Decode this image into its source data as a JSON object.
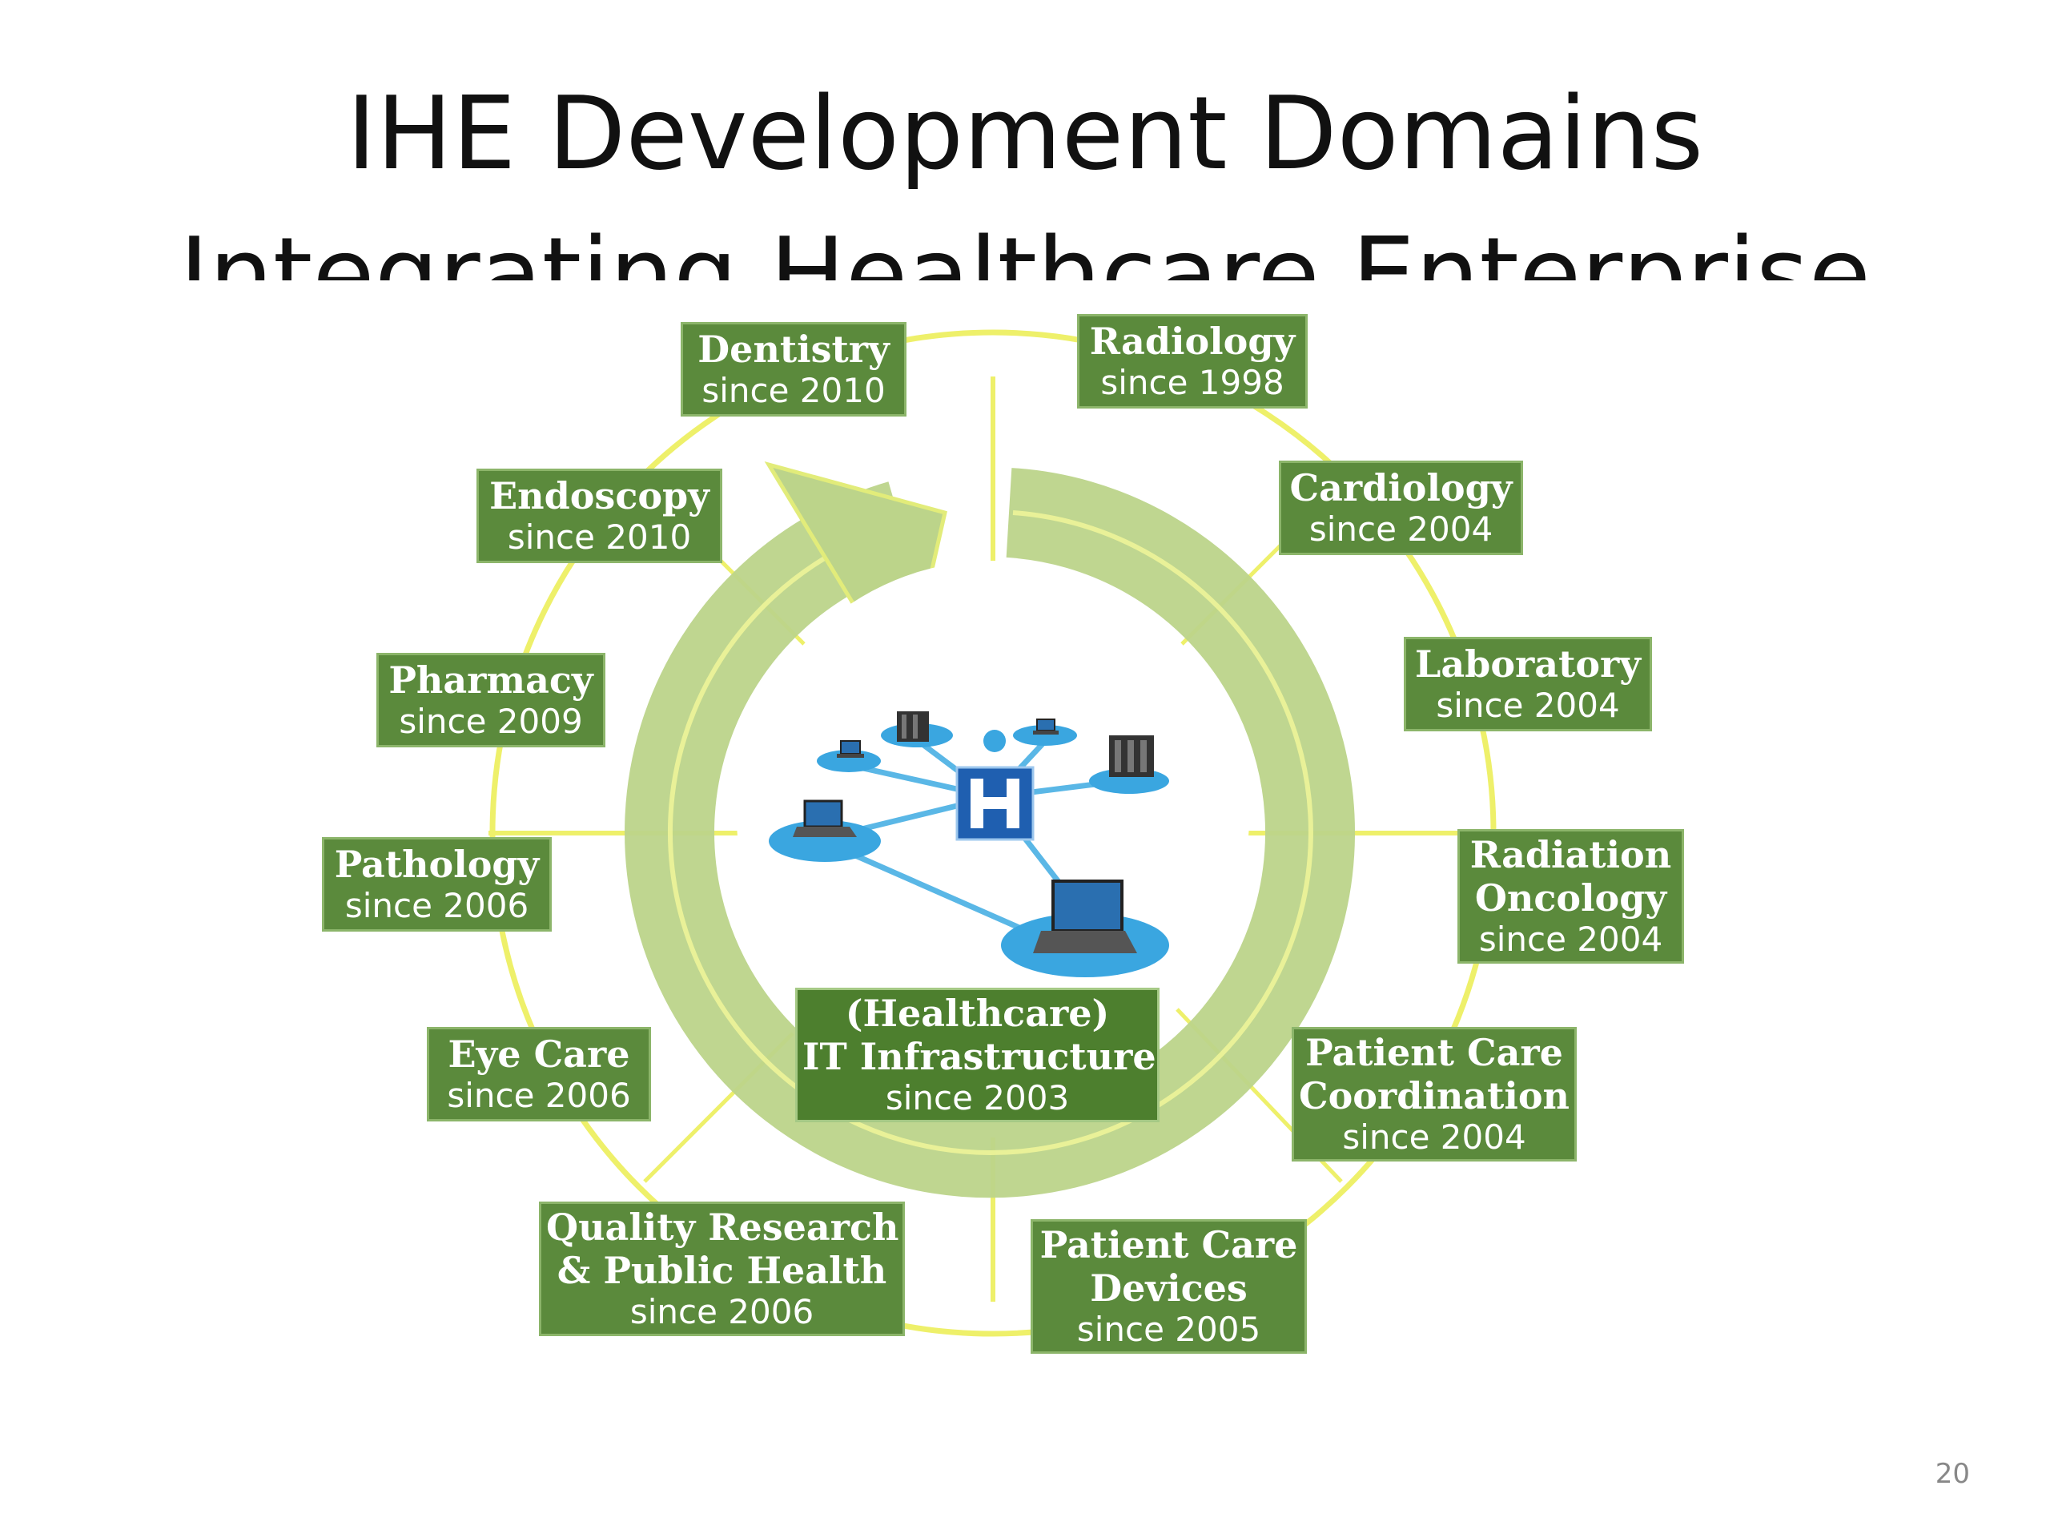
{
  "slide": {
    "title_line1": "IHE Development Domains",
    "title_line2": "Integrating Healthcare Enterprise",
    "page_number": "20"
  },
  "colors": {
    "box_fill": "#5b8a3c",
    "box_border": "#8cb56a",
    "ring": "#eef06a",
    "arrow": "#bcd48a",
    "network_blue": "#3aa6e0",
    "hospital_blue": "#1f5fb0"
  },
  "center_icon": "hospital-network-icon",
  "domains": {
    "dentistry": {
      "name": "Dentistry",
      "since": "since 2010"
    },
    "radiology": {
      "name": "Radiology",
      "since": "since 1998"
    },
    "endoscopy": {
      "name": "Endoscopy",
      "since": "since 2010"
    },
    "cardiology": {
      "name": "Cardiology",
      "since": "since 2004"
    },
    "pharmacy": {
      "name": "Pharmacy",
      "since": "since 2009"
    },
    "laboratory": {
      "name": "Laboratory",
      "since": "since 2004"
    },
    "pathology": {
      "name": "Pathology",
      "since": "since 2006"
    },
    "radiation_oncology": {
      "name_1": "Radiation",
      "name_2": "Oncology",
      "since": "since 2004"
    },
    "eye_care": {
      "name": "Eye Care",
      "since": "since 2006"
    },
    "it_infrastructure": {
      "name_1": "(Healthcare)",
      "name_2": "IT  Infrastructure",
      "since": "since 2003"
    },
    "patient_care_coordination": {
      "name_1": "Patient Care",
      "name_2": "Coordination",
      "since": "since 2004"
    },
    "quality_research": {
      "name_1": "Quality Research",
      "name_2": "& Public Health",
      "since": "since 2006"
    },
    "patient_care_devices": {
      "name_1": "Patient Care",
      "name_2": "Devices",
      "since": "since 2005"
    }
  }
}
